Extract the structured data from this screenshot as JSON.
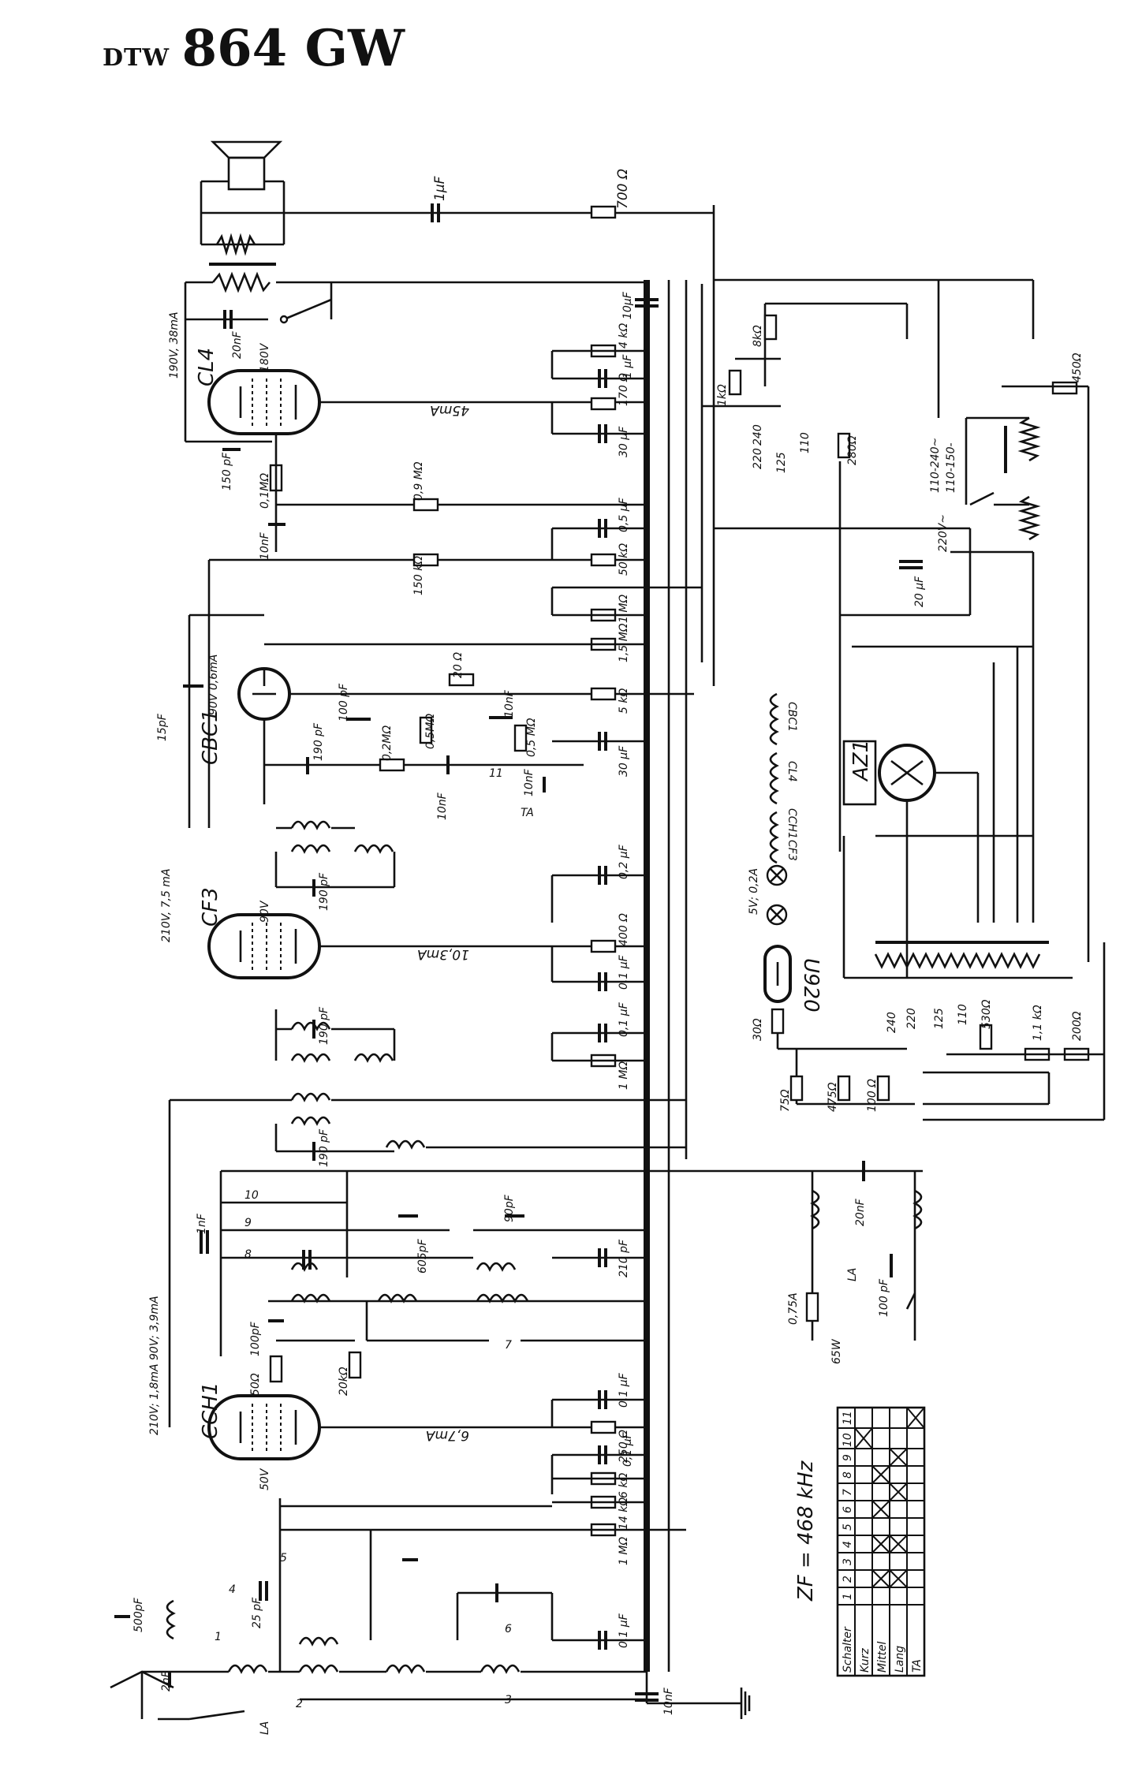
{
  "title": {
    "brand": "DTW",
    "model": "864 GW"
  },
  "tubes": [
    {
      "name": "CL4",
      "note": "180V",
      "current": "190V, 38mA"
    },
    {
      "name": "CBC1",
      "note": "90V 0,6mA"
    },
    {
      "name": "CF3",
      "note": "90V",
      "current": "210V, 7,5 mA"
    },
    {
      "name": "CCH1",
      "note": "50V",
      "current": "210V; 1,8mA\n90V; 3,9mA"
    },
    {
      "name": "AZ1"
    },
    {
      "name": "U920"
    }
  ],
  "currents": [
    "45mA",
    "10,3mA",
    "6,7mA"
  ],
  "components": {
    "top": [
      "1µF",
      "700 Ω",
      "10µF",
      "20nF",
      "4 kΩ",
      "1 µF",
      "170 Ω",
      "30 µF",
      "150 pF",
      "0,1MΩ",
      "0,9 MΩ",
      "10nF",
      "0,5 µF",
      "150 kΩ",
      "50 kΩ",
      "1 MΩ",
      "1,5 MΩ"
    ],
    "cbc1": [
      "15pF",
      "20 Ω",
      "5 kΩ",
      "190 pF",
      "100 pF",
      "0,2MΩ",
      "0,5MΩ",
      "10nF",
      "0,5 MΩ",
      "10nF",
      "30 µF",
      "11",
      "TA",
      "10nF"
    ],
    "cf3": [
      "0,2 µF",
      "190 pF",
      "400 Ω",
      "0,1 µF",
      "190 pF",
      "0,1 µF",
      "1 MΩ",
      "190 pF"
    ],
    "cch1": [
      "1nF",
      "10",
      "9",
      "8",
      "605pF",
      "90pF",
      "210 pF",
      "100pF",
      "50Ω",
      "20kΩ",
      "0,1 µF",
      "250 Ω",
      "0,1 µF",
      "6 kΩ",
      "14 kΩ",
      "1 MΩ",
      "7"
    ],
    "input": [
      "500pF",
      "2nF",
      "1",
      "4",
      "25 pF",
      "5",
      "2",
      "6",
      "3",
      "0,1 µF",
      "LA",
      "10nF"
    ],
    "power": [
      "8kΩ",
      "1kΩ",
      "240",
      "220",
      "125",
      "110",
      "280Ω",
      "450Ω",
      "110-240~",
      "110-150-",
      "220V~",
      "20 µF",
      "CBC1",
      "CL4",
      "CCH1",
      "CF3",
      "5V; 0,2A",
      "30Ω",
      "75Ω",
      "475Ω",
      "100 Ω",
      "530Ω",
      "1,1 kΩ",
      "200Ω",
      "20nF",
      "LA",
      "100 pF",
      "0,75A",
      "65W"
    ]
  },
  "if_note": "ZF = 468 kHz",
  "switch_table": {
    "header": [
      "Schalter",
      "1",
      "2",
      "3",
      "4",
      "5",
      "6",
      "7",
      "8",
      "9",
      "10",
      "11"
    ],
    "rows": [
      {
        "label": "Kurz",
        "marks": [
          false,
          false,
          false,
          false,
          false,
          false,
          false,
          false,
          false,
          true,
          false
        ]
      },
      {
        "label": "Mittel",
        "marks": [
          false,
          true,
          false,
          true,
          false,
          true,
          false,
          true,
          false,
          false,
          false
        ]
      },
      {
        "label": "Lang",
        "marks": [
          false,
          true,
          false,
          true,
          false,
          false,
          true,
          false,
          true,
          false,
          false
        ]
      },
      {
        "label": "TA",
        "marks": [
          false,
          false,
          false,
          false,
          false,
          false,
          false,
          false,
          false,
          false,
          true
        ]
      }
    ]
  }
}
